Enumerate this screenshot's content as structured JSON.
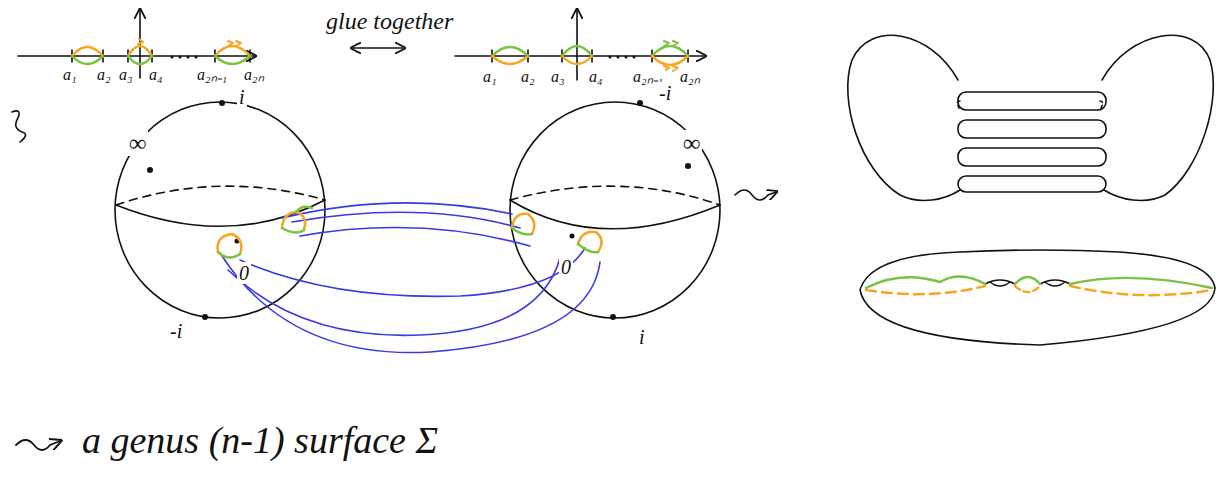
{
  "diagram": {
    "labels": [
      "glue together",
      "a₁",
      "a₂",
      "a₃",
      "a₄",
      "a₂ₙ₋₁",
      "a₂ₙ",
      "a₁",
      "a₂",
      "a₃",
      "a₄",
      "a₂ₙ₋₁",
      "a₂ₙ",
      "i",
      "-i",
      "∞",
      "0",
      "-i",
      "∞",
      "0",
      "i",
      "a genus (n-1) surface Σ"
    ]
  }
}
